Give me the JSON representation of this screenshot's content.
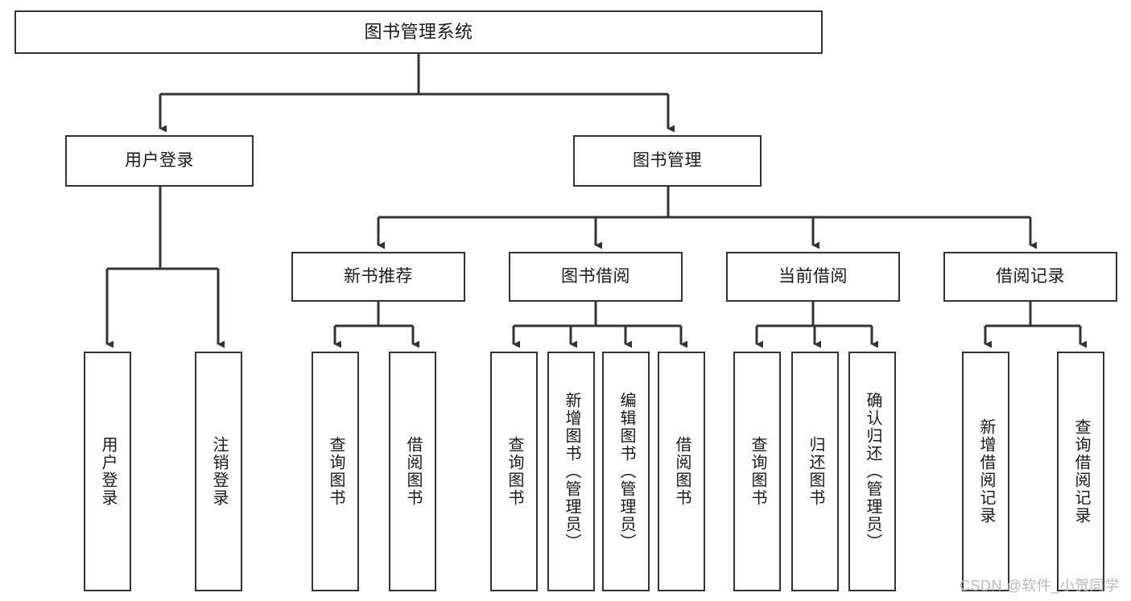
{
  "diagram": {
    "title": "图书管理系统",
    "type": "hierarchy-tree",
    "watermark": "CSDN @软件_小贺同学",
    "colors": {
      "border": "#333333",
      "fill": "#ffffff",
      "text": "#1a1a1a",
      "watermark": "#b9b9b9"
    },
    "nodes": {
      "root": {
        "label": "图书管理系统"
      },
      "level2": [
        {
          "id": "user-login",
          "label": "用户登录"
        },
        {
          "id": "book-manage",
          "label": "图书管理"
        }
      ],
      "level3": [
        {
          "id": "new-book-recommend",
          "label": "新书推荐"
        },
        {
          "id": "book-borrow",
          "label": "图书借阅"
        },
        {
          "id": "current-borrow",
          "label": "当前借阅"
        },
        {
          "id": "borrow-record",
          "label": "借阅记录"
        }
      ],
      "leaves": {
        "user_login": [
          {
            "id": "leaf-user-login",
            "label": "用户登录"
          },
          {
            "id": "leaf-logout-login",
            "label": "注销登录"
          }
        ],
        "new_book_recommend": [
          {
            "id": "leaf-query-book-1",
            "label": "查询图书"
          },
          {
            "id": "leaf-borrow-book-1",
            "label": "借阅图书"
          }
        ],
        "book_borrow": [
          {
            "id": "leaf-query-book-2",
            "label": "查询图书"
          },
          {
            "id": "leaf-add-book",
            "label": "新增图书（管理员）"
          },
          {
            "id": "leaf-edit-book",
            "label": "编辑图书（管理员）"
          },
          {
            "id": "leaf-borrow-book-2",
            "label": "借阅图书"
          }
        ],
        "current_borrow": [
          {
            "id": "leaf-query-book-3",
            "label": "查询图书"
          },
          {
            "id": "leaf-return-book",
            "label": "归还图书"
          },
          {
            "id": "leaf-confirm-return",
            "label": "确认归还（管理员）"
          }
        ],
        "borrow_record": [
          {
            "id": "leaf-add-record",
            "label": "新增借阅记录"
          },
          {
            "id": "leaf-query-record",
            "label": "查询借阅记录"
          }
        ]
      }
    }
  }
}
